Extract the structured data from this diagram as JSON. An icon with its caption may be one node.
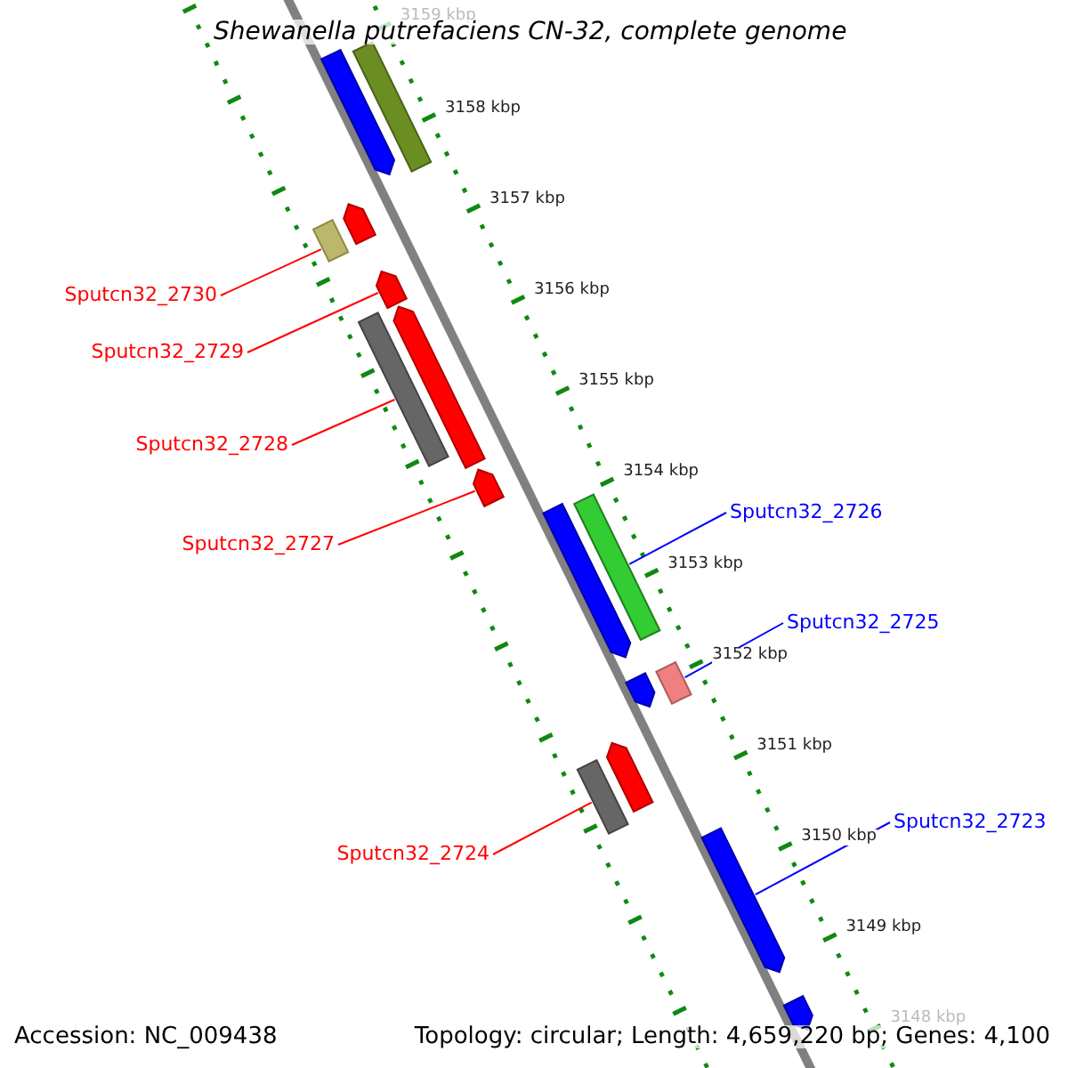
{
  "diagram": {
    "title": "Shewanella putrefaciens CN-32, complete genome",
    "nodes": [
      {
        "text": [
          "Sputcn32_2730"
        ]
      },
      {
        "text": [],
        "shape": "bar"
      },
      {
        "text": [
          "Sputcn32_2729"
        ]
      },
      {
        "text": [],
        "shape": "bar"
      },
      {
        "text": [
          "Sputcn32_2728"
        ]
      },
      {
        "text": [],
        "shape": "bar"
      },
      {
        "text": [
          "Sputcn32_2726"
        ]
      },
      {
        "text": [],
        "shape": "bar"
      },
      {
        "text": [
          "Sputcn32_2727"
        ]
      },
      {
        "text": [],
        "shape": "bar"
      },
      {
        "text": [
          "Sputcn32_2725"
        ]
      },
      {
        "text": [],
        "shape": "bar"
      },
      {
        "text": [
          "Sputcn32_2723"
        ]
      },
      {
        "text": [],
        "shape": "bar"
      },
      {
        "text": [
          "Sputcn32_2724"
        ]
      },
      {
        "text": [],
        "shape": "bar"
      },
      {
        "text": [],
        "shape": "bar"
      },
      {
        "text": [],
        "shape": "bar"
      },
      {
        "text": [],
        "shape": "bar"
      },
      {
        "text": [],
        "shape": "bar"
      },
      {
        "text": [],
        "shape": "bar"
      },
      {
        "text": [],
        "shape": "bar"
      },
      {
        "text": [],
        "shape": "bar"
      },
      {
        "text": [],
        "shape": "bar"
      }
    ],
    "edges": [
      {
        "from": 0,
        "to": 1,
        "arrow": "none"
      },
      {
        "from": 2,
        "to": 3,
        "arrow": "none"
      },
      {
        "from": 4,
        "to": 5,
        "arrow": "none"
      },
      {
        "from": 6,
        "to": 7,
        "arrow": "none",
        "color": "#0000ff"
      },
      {
        "from": 8,
        "to": 9,
        "arrow": "none"
      },
      {
        "from": 10,
        "to": 11,
        "arrow": "none",
        "color": "#0000ff"
      },
      {
        "from": 12,
        "to": 13,
        "arrow": "none",
        "color": "#0000ff"
      },
      {
        "from": 14,
        "to": 15,
        "arrow": "none"
      }
    ],
    "labels": [
      "3159 kbp",
      "3158 kbp",
      "3157 kbp",
      "3156 kbp",
      "3155 kbp",
      "3154 kbp",
      "3153 kbp",
      "3152 kbp",
      "3151 kbp",
      "3150 kbp",
      "3149 kbp",
      "3148 kbp",
      "Accession: NC_009438",
      "Topology: circular; Length: 4,659,220 bp; Genes: 4,100"
    ]
  }
}
